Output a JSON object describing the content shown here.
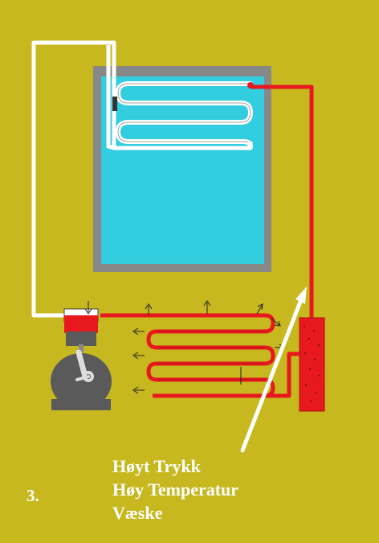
{
  "step": {
    "number": "3."
  },
  "caption": {
    "line1": "Høyt Trykk",
    "line2": "Høy Temperatur",
    "line3": "Væske"
  },
  "colors": {
    "background": "#c6b81e",
    "cabinet_frame": "#888888",
    "cabinet_interior": "#33cde0",
    "hot_pipe": "#e8191e",
    "cold_pipe": "#ffffff",
    "compressor": "#5a5a5a",
    "caption_text": "#ffffff"
  }
}
